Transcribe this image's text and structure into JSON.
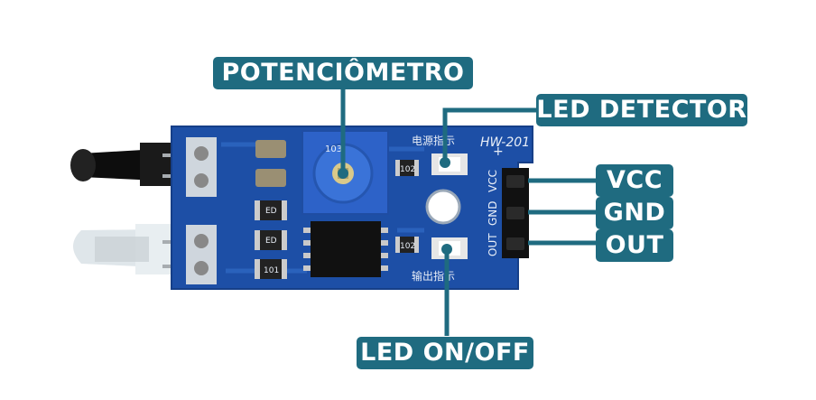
{
  "labels": {
    "potentiometer": "POTENCIÔMETRO",
    "led_detector": "LED DETECTOR",
    "vcc": "VCC",
    "gnd": "GND",
    "out": "OUT",
    "led_on_off": "LED ON/OFF"
  },
  "board": {
    "model": "HW-201",
    "pin_vcc": "VCC",
    "pin_gnd": "GND",
    "pin_out": "OUT",
    "plus_mark": "+",
    "smd_102_top": "102",
    "smd_102_bottom": "102",
    "smd_101": "101",
    "smd_ed_1": "ED",
    "smd_ed_2": "ED",
    "pot_code": "103",
    "power_chinese": "电源指示",
    "output_chinese": "输出指示"
  },
  "colors": {
    "label_bg": "#1f6b80",
    "label_text": "#ffffff",
    "pcb": "#1d4fa6",
    "pcb_dark": "#163f88",
    "connector": "#111111"
  }
}
